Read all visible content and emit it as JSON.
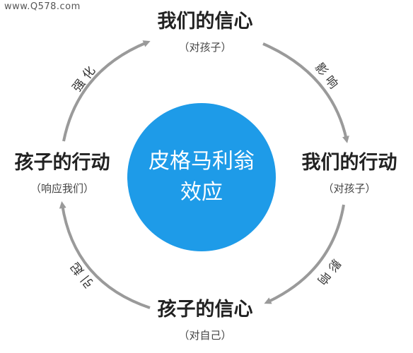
{
  "watermark": "www.Q578.com",
  "center": {
    "line1": "皮格马利翁",
    "line2": "效应"
  },
  "nodes": {
    "top": {
      "main": "我们的信心",
      "sub": "（对孩子）"
    },
    "right": {
      "main": "我们的行动",
      "sub": "（对孩子）"
    },
    "bottom": {
      "main": "孩子的信心",
      "sub": "（对自己）"
    },
    "left": {
      "main": "孩子的行动",
      "sub": "（响应我们）"
    }
  },
  "edges": {
    "top_right": "影响",
    "bottom_right": "影响",
    "bottom_left": "引起",
    "top_left": "强化"
  },
  "colors": {
    "circle": "#1e9be8",
    "arrow": "#9a9a9a",
    "text": "#222222"
  }
}
